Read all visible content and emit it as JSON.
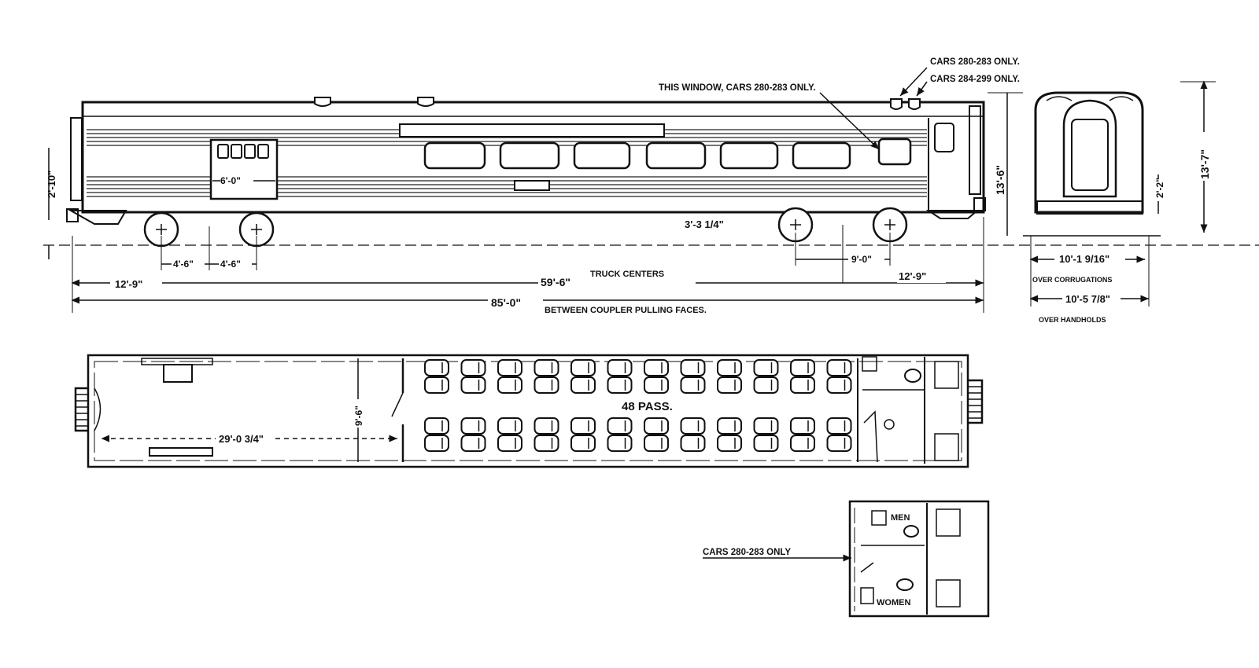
{
  "side_elevation": {
    "note_window": "THIS WINDOW, CARS 280-283 ONLY.",
    "note_cars_a": "CARS 280-283 ONLY.",
    "note_cars_b": "CARS 284-299 ONLY.",
    "door_width": "6'-0\"",
    "step_height": "2'-10\"",
    "car_height": "13'-6\"",
    "floor_height": "3'-3 1/4\"",
    "wheelbase_left_a": "4'-6\"",
    "wheelbase_left_b": "4'-6\"",
    "wheelbase_right": "9'-0\"",
    "end_to_truck_left": "12'-9\"",
    "truck_centers_value": "59'-6\"",
    "truck_centers_label": "TRUCK CENTERS",
    "end_to_truck_right": "12'-9\"",
    "overall_length_value": "85'-0\"",
    "overall_length_label": "BETWEEN COUPLER PULLING FACES."
  },
  "end_elevation": {
    "overall_height": "13'-7\"",
    "side_height": "2'-2\"",
    "width_corrugations": "10'-1 9/16\"",
    "width_corrugations_label": "OVER CORRUGATIONS",
    "width_handholds": "10'-5 7/8\"",
    "width_handholds_label": "OVER HANDHOLDS"
  },
  "floor_plan": {
    "width_dim": "9'-6\"",
    "baggage_length": "29'-0 3/4\"",
    "capacity_label": "48 PASS.",
    "seat_rows": 12
  },
  "inset_plan": {
    "note": "CARS 280-283 ONLY",
    "men_label": "MEN",
    "women_label": "WOMEN"
  }
}
